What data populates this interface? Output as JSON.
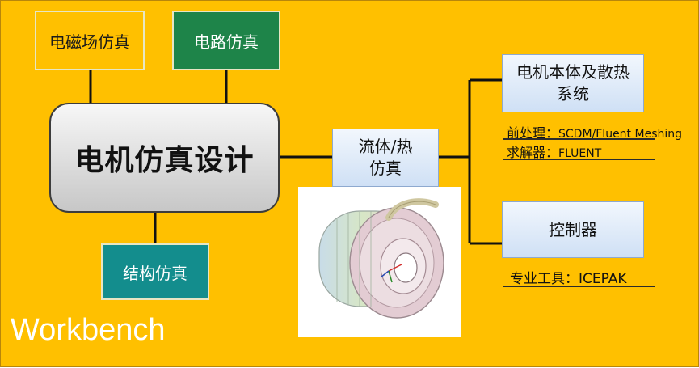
{
  "nodes": {
    "em_sim": "电磁场仿真",
    "circuit_sim": "电路仿真",
    "core": "电机仿真设计",
    "struct_sim": "结构仿真",
    "fluid_line1": "流体/热",
    "fluid_line2": "仿真",
    "motor_line1": "电机本体及散热",
    "motor_line2": "系统",
    "controller": "控制器"
  },
  "annotations": {
    "pre_label": "前处理：",
    "pre_value": "SCDM/Fluent Meshing",
    "solver_label": "求解器：",
    "solver_value": "FLUENT",
    "tool_label": "专业工具：",
    "tool_value": "ICEPAK"
  },
  "footer": "Workbench",
  "colors": {
    "background": "#FFC000",
    "green": "#1E8449",
    "teal": "#138D8D",
    "connector": "#111111"
  }
}
